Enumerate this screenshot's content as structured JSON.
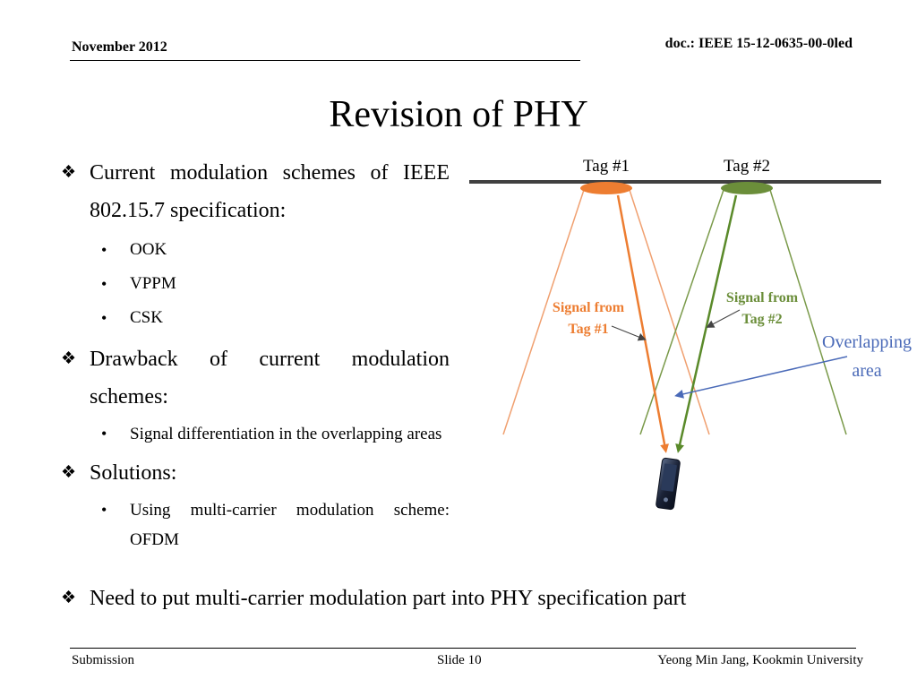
{
  "header": {
    "date": "November 2012",
    "doc_id": "doc.: IEEE 15-12-0635-00-0led"
  },
  "title": "Revision of PHY",
  "bullets": [
    {
      "text": "Current modulation schemes of IEEE 802.15.7 specification:",
      "sub": [
        "OOK",
        "VPPM",
        "CSK"
      ]
    },
    {
      "text": "Drawback of current modulation schemes:",
      "sub": [
        "Signal differentiation in the overlapping areas"
      ]
    },
    {
      "text": "Solutions:",
      "sub": [
        "Using multi-carrier modulation scheme: OFDM"
      ]
    }
  ],
  "final_bullet": "Need to put multi-carrier modulation part into PHY specification part",
  "diagram": {
    "tag1_label": "Tag #1",
    "tag2_label": "Tag #2",
    "signal1_line1": "Signal from",
    "signal1_line2": "Tag #1",
    "signal2_line1": "Signal from",
    "signal2_line2": "Tag #2",
    "overlap_line1": "Overlapping",
    "overlap_line2": "area",
    "colors": {
      "tag1": "#ed7d31",
      "tag2": "#6b8e3a",
      "overlap_text": "#4a6ab8",
      "rail": "#404040"
    }
  },
  "footer": {
    "left": "Submission",
    "center": "Slide 10",
    "right": "Yeong Min Jang, Kookmin University"
  }
}
